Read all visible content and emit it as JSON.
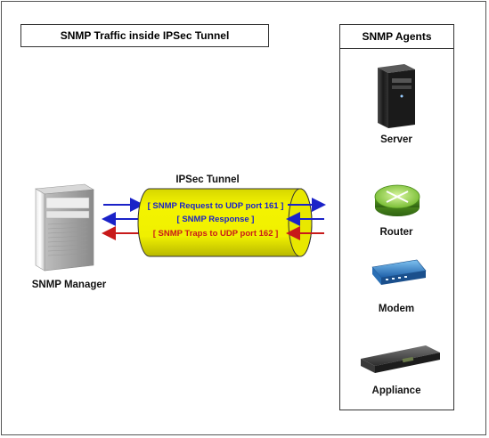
{
  "title": "SNMP Traffic inside IPSec Tunnel",
  "agents_panel": {
    "heading": "SNMP Agents",
    "items": [
      {
        "label": "Server",
        "icon": "server-tower-icon"
      },
      {
        "label": "Router",
        "icon": "router-icon"
      },
      {
        "label": "Modem",
        "icon": "modem-icon"
      },
      {
        "label": "Appliance",
        "icon": "appliance-icon"
      }
    ]
  },
  "manager": {
    "label": "SNMP Manager",
    "icon": "snmp-manager-server-icon"
  },
  "tunnel": {
    "label": "IPSec Tunnel",
    "fill_color": "#f2f200",
    "lines": [
      {
        "text": "[ SNMP Request to UDP port 161 ]",
        "color": "#1a22c8",
        "direction": "to-agents"
      },
      {
        "text": "[ SNMP Response ]",
        "color": "#1a22c8",
        "direction": "to-manager"
      },
      {
        "text": "[ SNMP Traps to UDP port 162 ]",
        "color": "#c81a1a",
        "direction": "to-manager"
      }
    ]
  }
}
